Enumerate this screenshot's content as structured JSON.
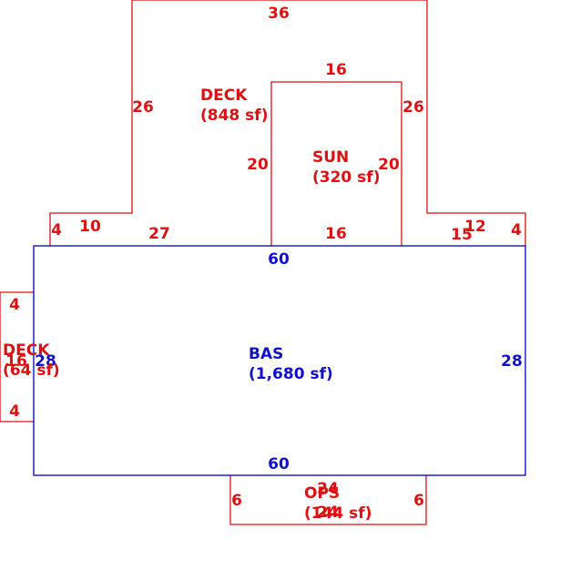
{
  "colors": {
    "addition": "#dd1111",
    "base": "#1111cc",
    "background": "#ffffff"
  },
  "areas": {
    "bas": {
      "code": "BAS",
      "size": "(1,680 sf)"
    },
    "deck_top": {
      "code": "DECK",
      "size": "(848 sf)"
    },
    "sun": {
      "code": "SUN",
      "size": "(320 sf)"
    },
    "deck_left": {
      "code": "DECK",
      "size": "(64 sf)"
    },
    "ops": {
      "code": "OPS",
      "size": "(144 sf)"
    }
  },
  "dimensions": {
    "bas_top": "60",
    "bas_bottom": "60",
    "bas_left": "28",
    "bas_right": "28",
    "deck_top": "36",
    "deck_left_upper": "26",
    "deck_right_upper": "26",
    "deck_ledge_left": "10",
    "deck_left_drop": "4",
    "deck_bottom_left": "27",
    "deck_bottom_right": "15",
    "deck_ledge_right": "12",
    "deck_right_drop": "4",
    "sun_top": "16",
    "sun_bottom": "16",
    "sun_left": "20",
    "sun_right": "20",
    "deck_left_top": "4",
    "deck_left_bottom": "4",
    "deck_left_side": "16",
    "ops_top": "24",
    "ops_bottom": "24",
    "ops_left": "6",
    "ops_right": "6"
  }
}
